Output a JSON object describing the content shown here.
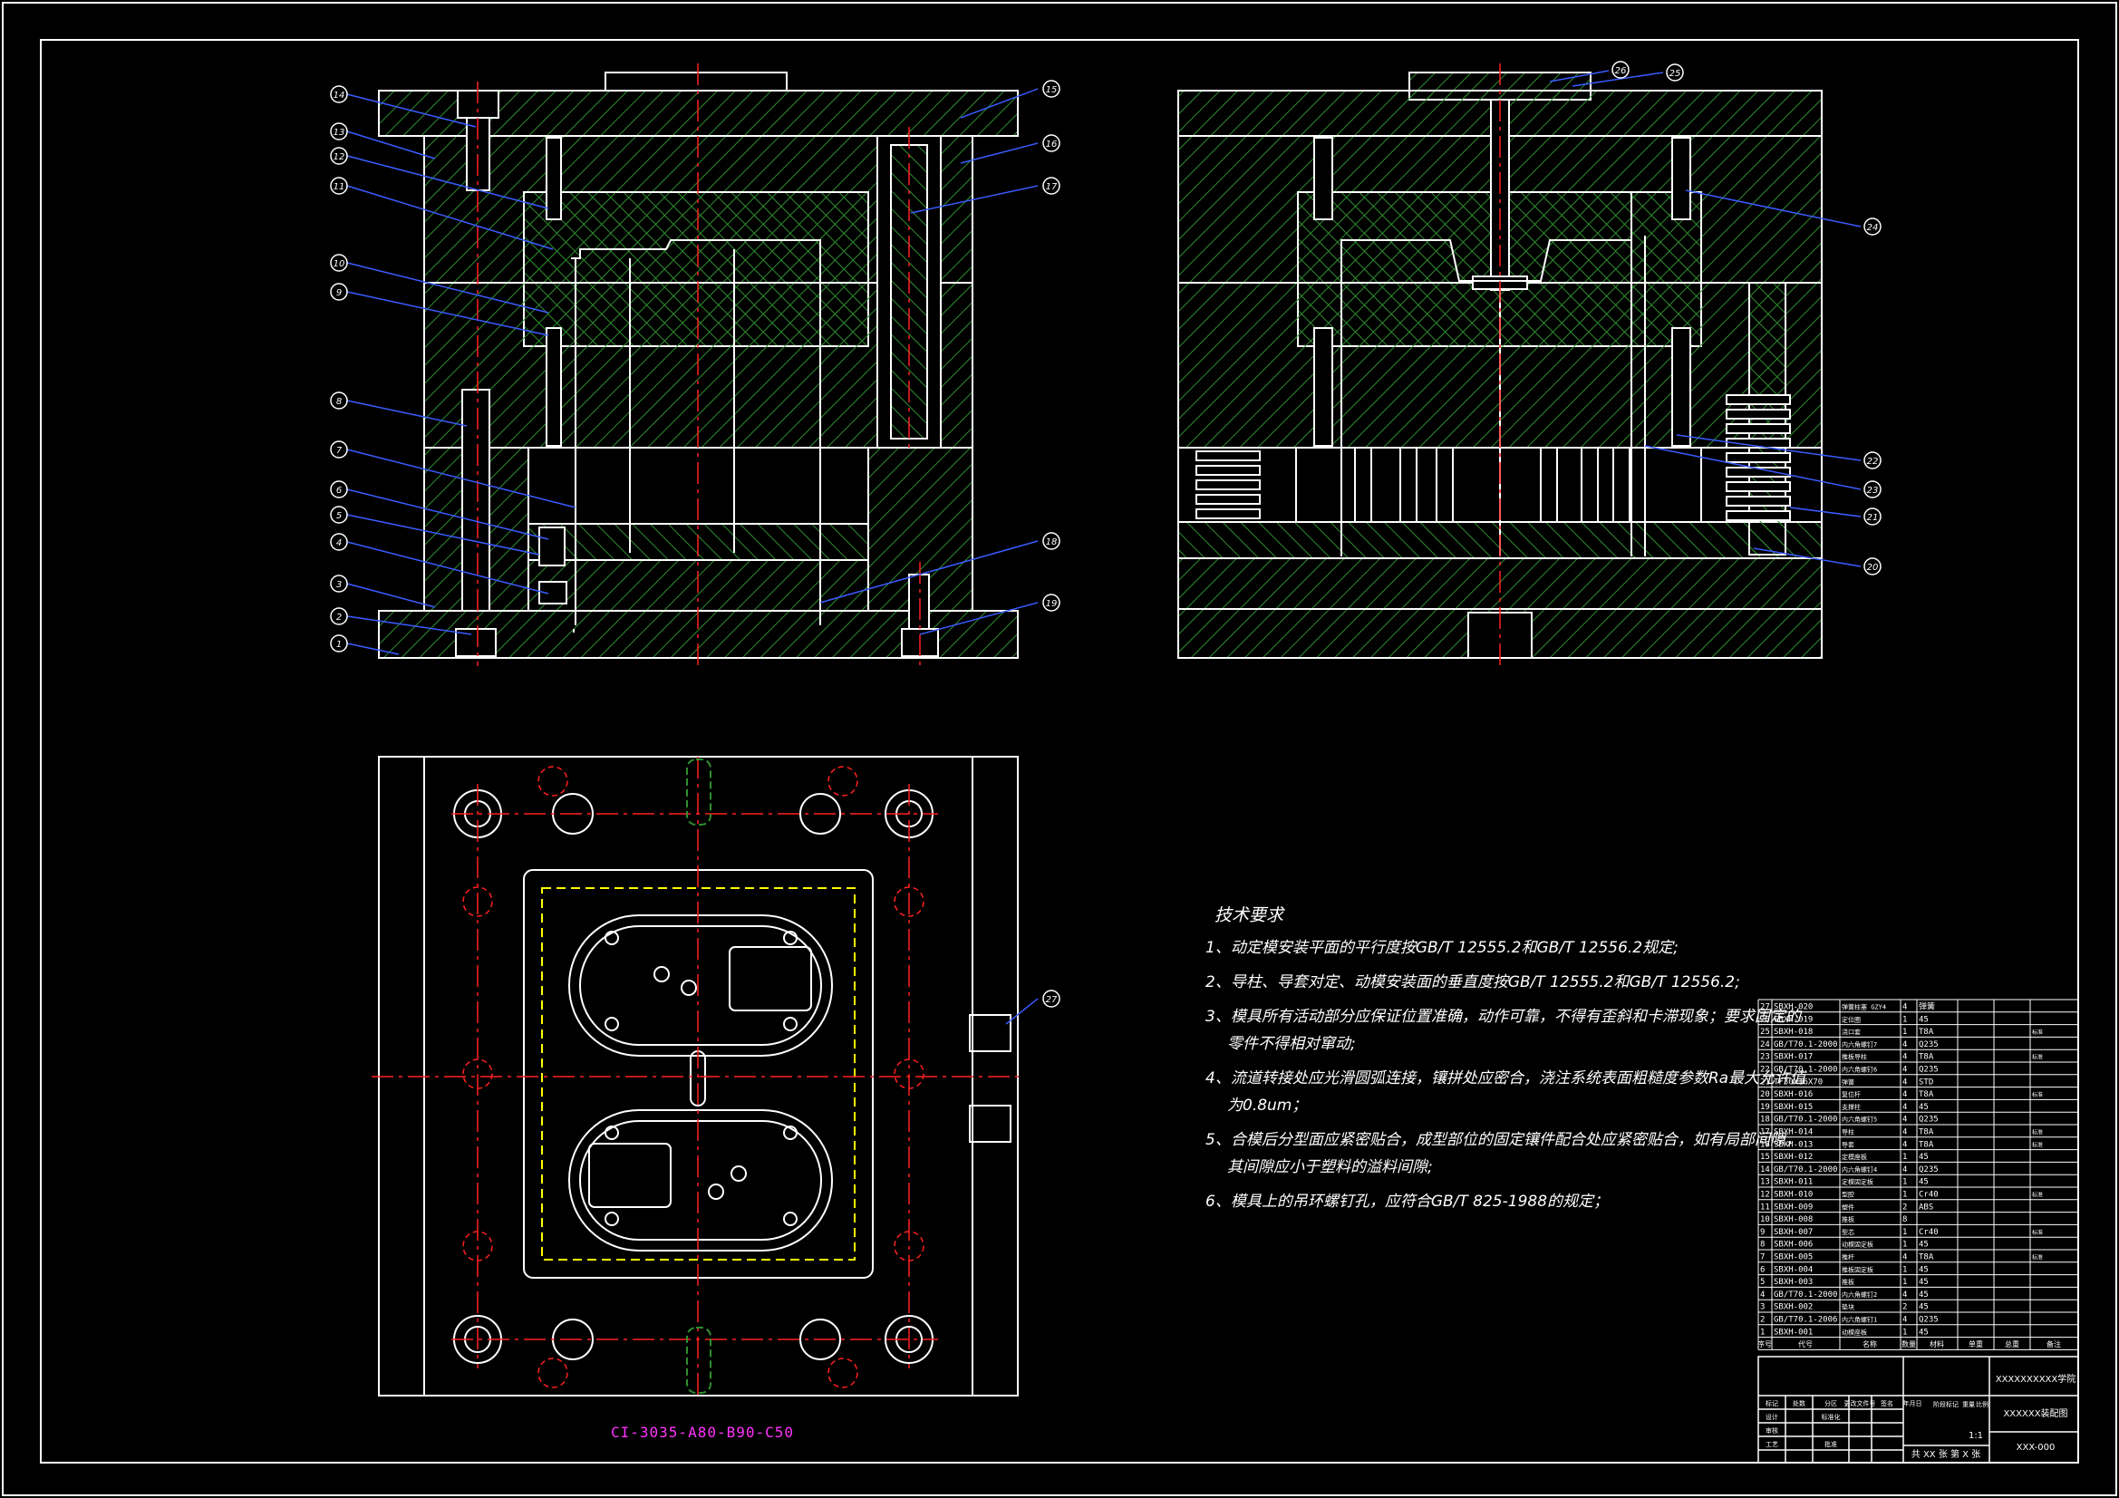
{
  "drawing": {
    "model_code": "CI-3035-A80-B90-C50",
    "balloons_front": [
      "14",
      "13",
      "12",
      "11",
      "10",
      "9",
      "8",
      "7",
      "6",
      "5",
      "4",
      "3",
      "2",
      "1"
    ],
    "balloons_front_right": [
      "15",
      "16",
      "17",
      "18",
      "19"
    ],
    "balloons_side": [
      "26",
      "25",
      "24",
      "22",
      "23",
      "21",
      "20"
    ],
    "balloon_plan": "27"
  },
  "tech_requirements": {
    "title": "技术要求",
    "items": [
      {
        "text": "1、动定模安装平面的平行度按GB/T 12555.2和GB/T 12556.2规定;",
        "cont": ""
      },
      {
        "text": "2、导柱、导套对定、动模安装面的垂直度按GB/T 12555.2和GB/T 12556.2;",
        "cont": ""
      },
      {
        "text": "3、模具所有活动部分应保证位置准确，动作可靠，不得有歪斜和卡滞现象；要求固定的",
        "cont": "零件不得相对窜动;"
      },
      {
        "text": "4、流道转接处应光滑圆弧连接，镶拼处应密合，浇注系统表面粗糙度参数Ra最大允许值",
        "cont": "为0.8um；"
      },
      {
        "text": "5、合模后分型面应紧密贴合，成型部位的固定镶件配合处应紧密贴合，如有局部间隙，",
        "cont": "其间隙应小于塑料的溢料间隙;"
      },
      {
        "text": "6、模具上的吊环螺钉孔，应符合GB/T 825-1988的规定；",
        "cont": ""
      }
    ]
  },
  "bom": {
    "rows": [
      [
        "27",
        "SBXH-020",
        "弹簧柱塞 GZY4",
        "4",
        "弹簧",
        "",
        ""
      ],
      [
        "26",
        "SBXH-019",
        "定位圈",
        "1",
        "45",
        "",
        ""
      ],
      [
        "25",
        "SBXH-018",
        "浇口套",
        "1",
        "T8A",
        "",
        "标准"
      ],
      [
        "24",
        "GB/T70.1-2000",
        "内六角螺钉7",
        "4",
        "Q235",
        "",
        ""
      ],
      [
        "23",
        "SBXH-017",
        "推板导柱",
        "4",
        "T8A",
        "",
        "标准"
      ],
      [
        "22",
        "GB/T70.1-2000",
        "内六角螺钉6",
        "4",
        "Q235",
        "",
        ""
      ],
      [
        "21",
        "TF30X16X70",
        "弹簧",
        "4",
        "STD",
        "",
        ""
      ],
      [
        "20",
        "SBXH-016",
        "复位杆",
        "4",
        "T8A",
        "",
        "标准"
      ],
      [
        "19",
        "SBXH-015",
        "支撑柱",
        "4",
        "45",
        "",
        ""
      ],
      [
        "18",
        "GB/T70.1-2000",
        "内六角螺钉5",
        "4",
        "Q235",
        "",
        ""
      ],
      [
        "17",
        "SBXH-014",
        "导柱",
        "4",
        "T8A",
        "",
        "标准"
      ],
      [
        "16",
        "SBXH-013",
        "导套",
        "4",
        "T8A",
        "",
        "标准"
      ],
      [
        "15",
        "SBXH-012",
        "定模座板",
        "1",
        "45",
        "",
        ""
      ],
      [
        "14",
        "GB/T70.1-2000",
        "内六角螺钉4",
        "4",
        "Q235",
        "",
        ""
      ],
      [
        "13",
        "SBXH-011",
        "定模固定板",
        "1",
        "45",
        "",
        ""
      ],
      [
        "12",
        "SBXH-010",
        "型腔",
        "1",
        "Cr40",
        "",
        "标准"
      ],
      [
        "11",
        "SBXH-009",
        "塑件",
        "2",
        "ABS",
        "",
        ""
      ],
      [
        "10",
        "SBXH-008",
        "推板",
        "8",
        "",
        "",
        ""
      ],
      [
        "9",
        "SBXH-007",
        "型芯",
        "1",
        "Cr40",
        "",
        "标准"
      ],
      [
        "8",
        "SBXH-006",
        "动模固定板",
        "1",
        "45",
        "",
        ""
      ],
      [
        "7",
        "SBXH-005",
        "推杆",
        "4",
        "T8A",
        "",
        "标准"
      ],
      [
        "6",
        "SBXH-004",
        "推板固定板",
        "1",
        "45",
        "",
        ""
      ],
      [
        "5",
        "SBXH-003",
        "推板",
        "1",
        "45",
        "",
        ""
      ],
      [
        "4",
        "GB/T70.1-2000",
        "内六角螺钉2",
        "4",
        "45",
        "",
        ""
      ],
      [
        "3",
        "SBXH-002",
        "垫块",
        "2",
        "45",
        "",
        ""
      ],
      [
        "2",
        "GB/T70.1-2006",
        "内六角螺钉1",
        "4",
        "Q235",
        "",
        ""
      ],
      [
        "1",
        "SBXH-001",
        "动模座板",
        "1",
        "45",
        "",
        ""
      ]
    ],
    "header": [
      "序号",
      "代号",
      "名称",
      "数量",
      "材料",
      "单重",
      "总重",
      "备注"
    ]
  },
  "title_block": {
    "school": "XXXXXXXXXX学院",
    "drawing_name": "XXXXXX装配图",
    "drawing_no": "XXX-000",
    "sheet": "共 XX 张 第 X 张",
    "scale": "1:1",
    "labels": [
      "标记",
      "处数",
      "分区",
      "更改文件号",
      "签名",
      "年月日",
      "设计",
      "标准化",
      "审核",
      "工艺",
      "批准",
      "阶段标记",
      "重量",
      "比例"
    ]
  },
  "colors": {
    "bg": "#000000",
    "line": "#ffffff",
    "hatch": "#2f8f2f",
    "center": "#ff2020",
    "leader": "#3a5cff",
    "magenta": "#ff33ff",
    "hidden": "#ffff00"
  }
}
